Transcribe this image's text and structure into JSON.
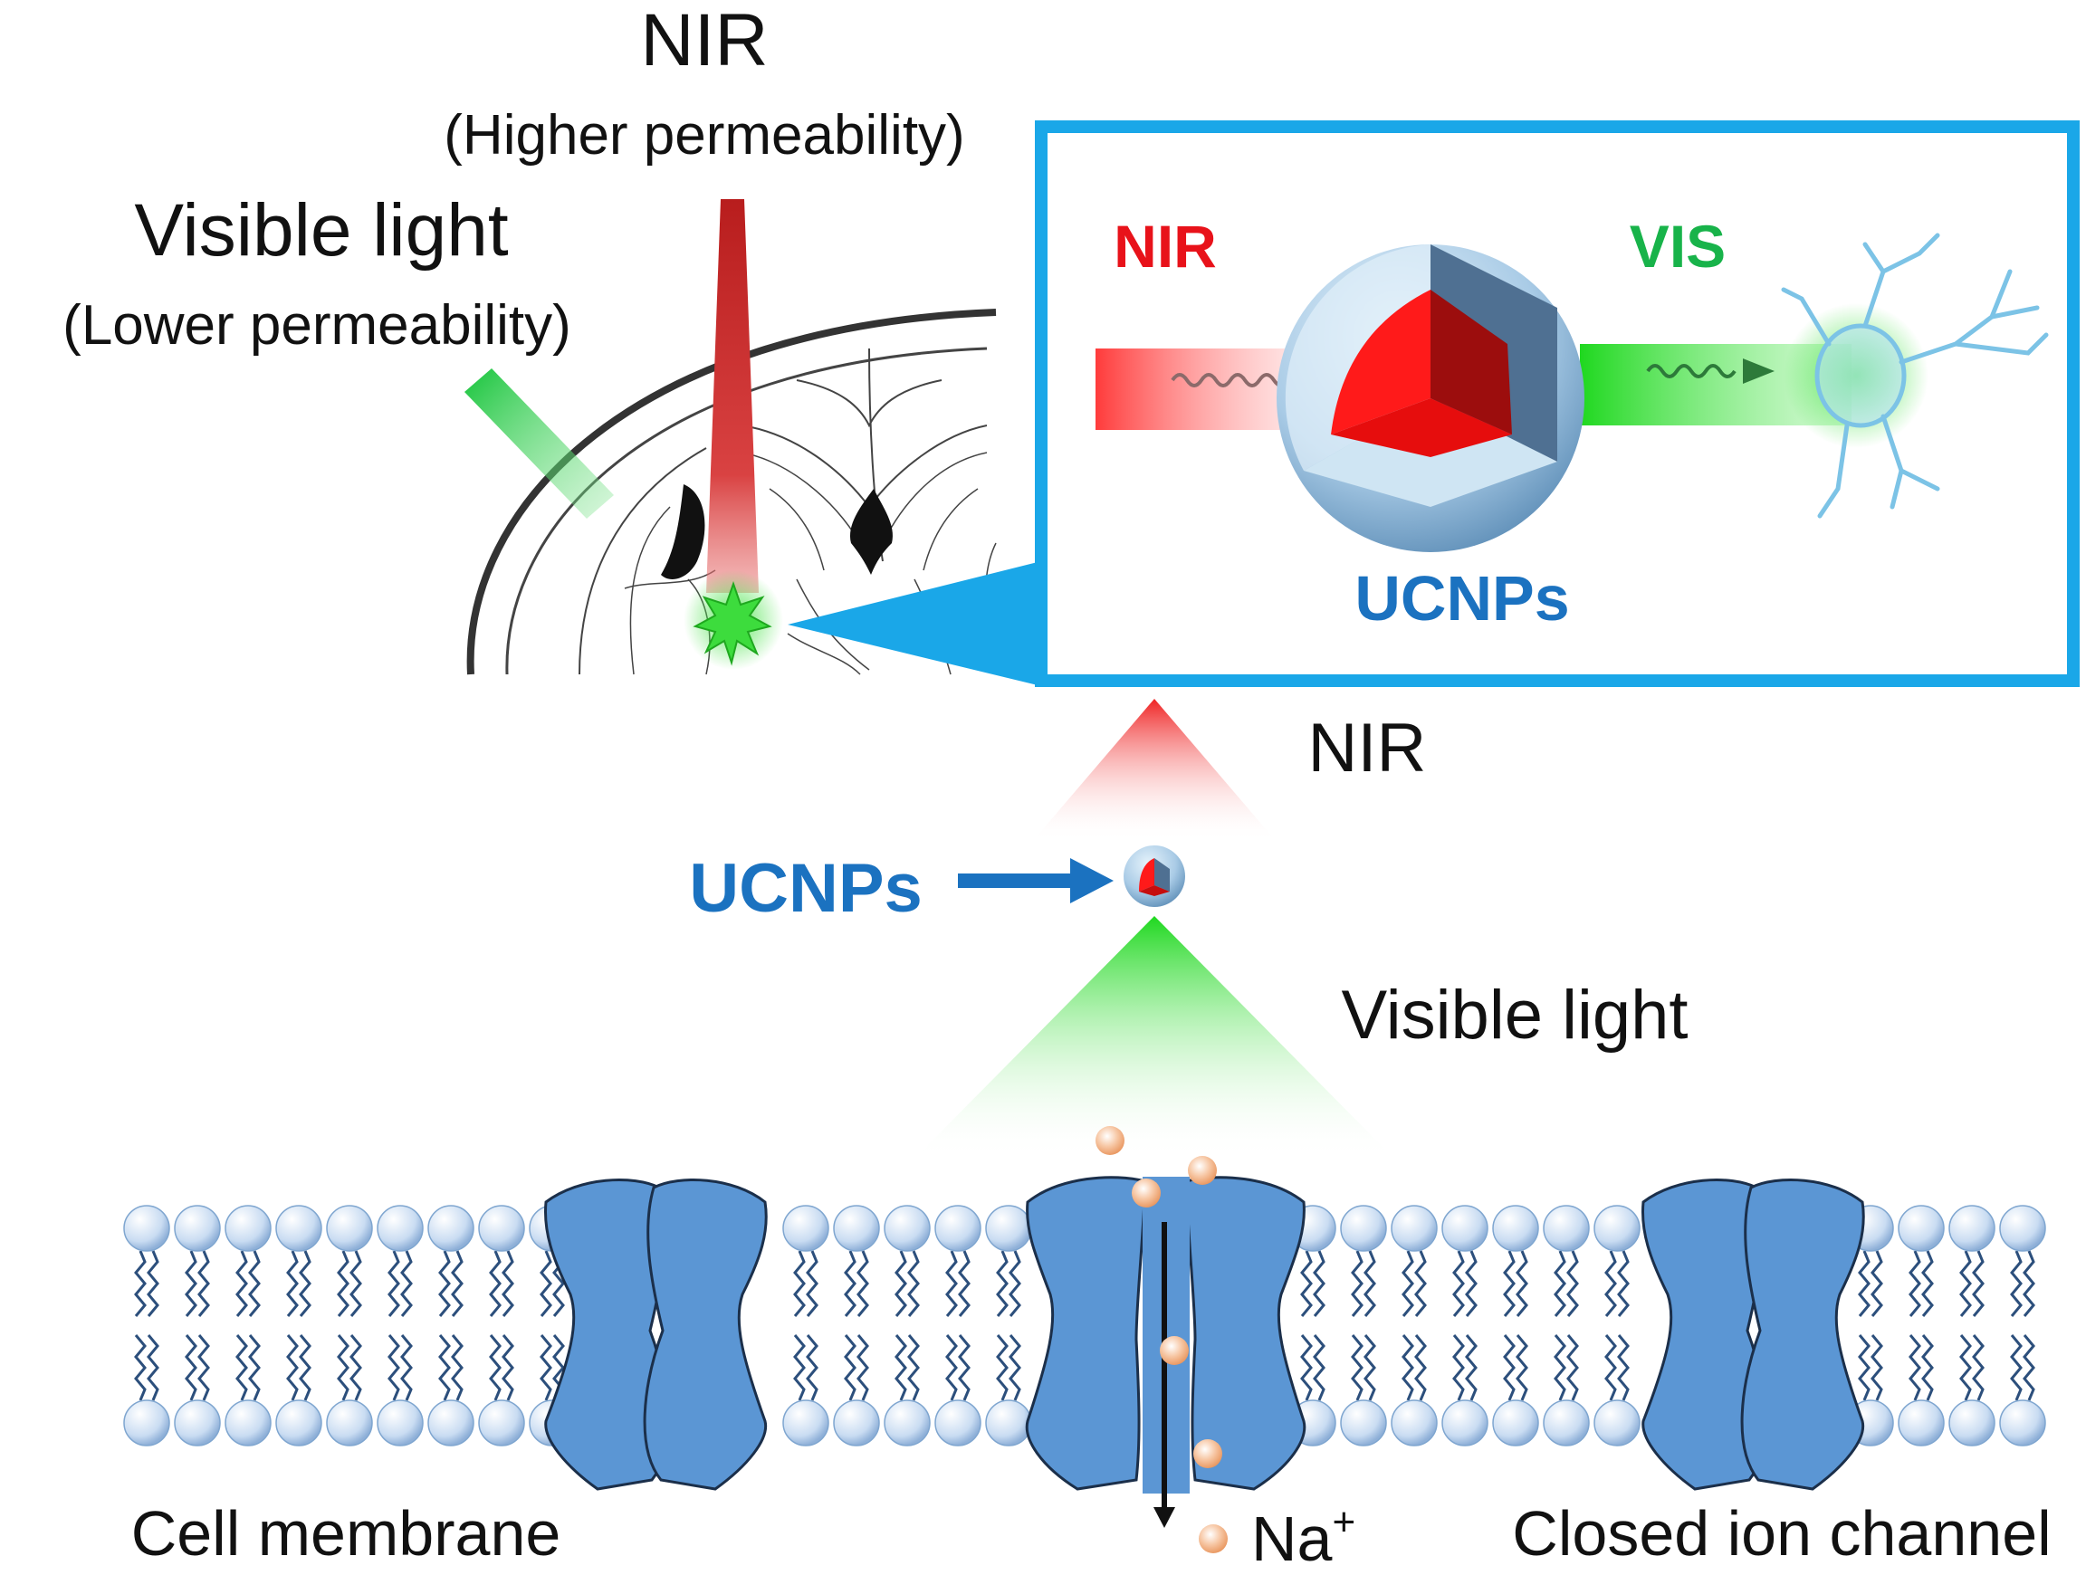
{
  "top_labels": {
    "nir_title": "NIR",
    "nir_subtitle": "(Higher permeability)",
    "visible_title": "Visible light",
    "visible_subtitle": "(Lower permeability)"
  },
  "inset": {
    "nir_label": "NIR",
    "vis_label": "VIS",
    "ucnps_label": "UCNPs"
  },
  "middle": {
    "nir_label": "NIR",
    "ucnps_label": "UCNPs",
    "visible_label": "Visible light"
  },
  "membrane": {
    "cell_membrane_label": "Cell membrane",
    "na_label": "Na",
    "na_sup": "+",
    "closed_channel_label": "Closed ion channel"
  },
  "colors": {
    "accent_blue": "#1aa7e8",
    "label_blue": "#1b72c0",
    "nir_red": "#e8121a",
    "vis_green": "#18b34a",
    "channel_blue": "#5b96d4",
    "lipid_head": "#c9dcf2",
    "ion_orange": "#f2b48a"
  }
}
